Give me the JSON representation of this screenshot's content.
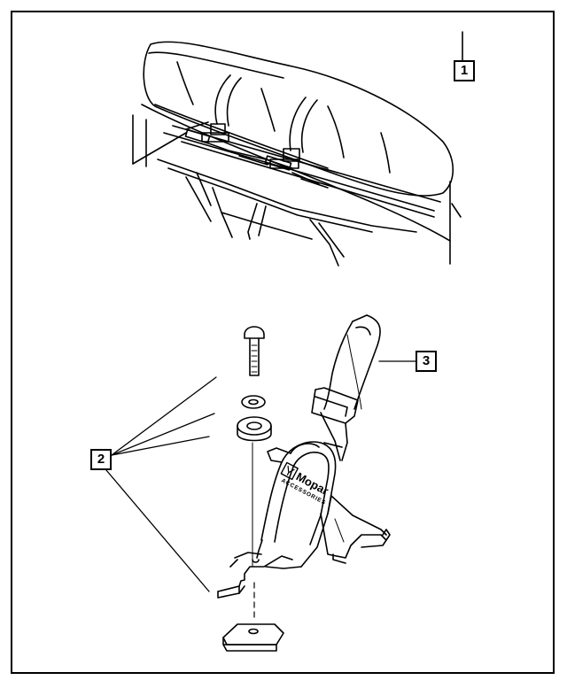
{
  "callouts": {
    "c1": "1",
    "c2": "2",
    "c3": "3"
  },
  "logo": {
    "brand": "Mopar",
    "tagline": "ACCESSORIES"
  }
}
